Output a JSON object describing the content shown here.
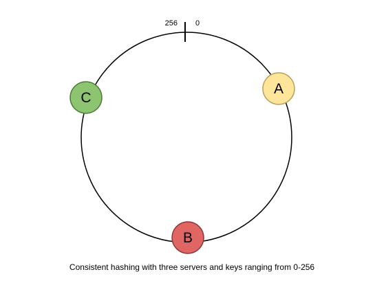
{
  "diagram": {
    "ring": {
      "stroke_color": "#000000",
      "start_label": "0",
      "end_label": "256"
    },
    "nodes": [
      {
        "label": "A",
        "fill": "#fde59a",
        "stroke": "#b7a15a"
      },
      {
        "label": "B",
        "fill": "#e06664",
        "stroke": "#8c3836"
      },
      {
        "label": "C",
        "fill": "#8cc46f",
        "stroke": "#4d7a3a"
      }
    ],
    "caption": "Consistent hashing with three servers and keys ranging from 0-256"
  }
}
